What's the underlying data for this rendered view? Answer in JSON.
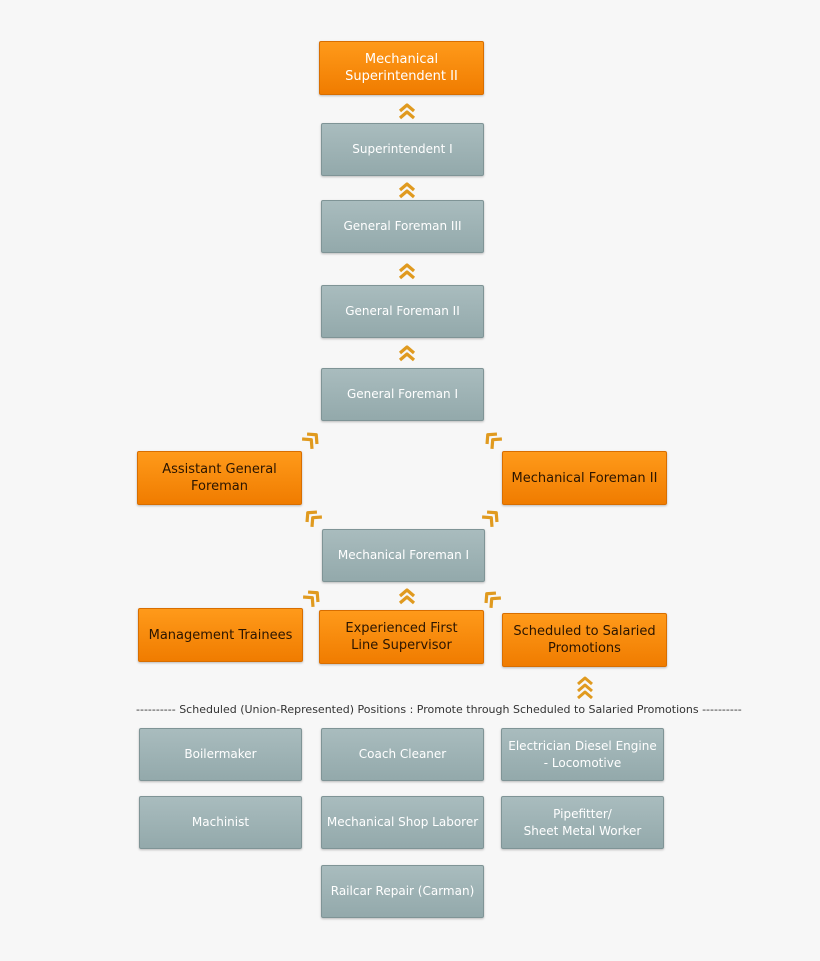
{
  "colors": {
    "salaried": "#f68a0a",
    "position": "#9fb3b5",
    "arrow": "#e09a1f"
  },
  "nodes": {
    "mechanical_superintendent_2": "Mechanical\nSuperintendent II",
    "superintendent_1": "Superintendent  I",
    "general_foreman_3": "General Foreman III",
    "general_foreman_2": "General Foreman II",
    "general_foreman_1": "General Foreman I",
    "assistant_general_foreman": "Assistant General\nForeman",
    "mechanical_foreman_2": "Mechanical Foreman II",
    "mechanical_foreman_1": "Mechanical Foreman I",
    "management_trainees": "Management Trainees",
    "experienced_first_line_supervisor": "Experienced First\nLine Supervisor",
    "scheduled_to_salaried_promotions": "Scheduled to Salaried\nPromotions"
  },
  "separator_caption": "---------- Scheduled (Union-Represented) Positions : Promote through Scheduled to Salaried Promotions ----------",
  "positions": {
    "boilermaker": "Boilermaker",
    "coach_cleaner": "Coach Cleaner",
    "electrician": "Electrician Diesel Engine\n- Locomotive",
    "machinist": "Machinist",
    "mechanical_shop_laborer": "Mechanical Shop Laborer",
    "pipefitter": "Pipefitter/\nSheet Metal Worker",
    "railcar_repair": "Railcar Repair (Carman)"
  },
  "arrow_icon": "double-chevron-icon"
}
